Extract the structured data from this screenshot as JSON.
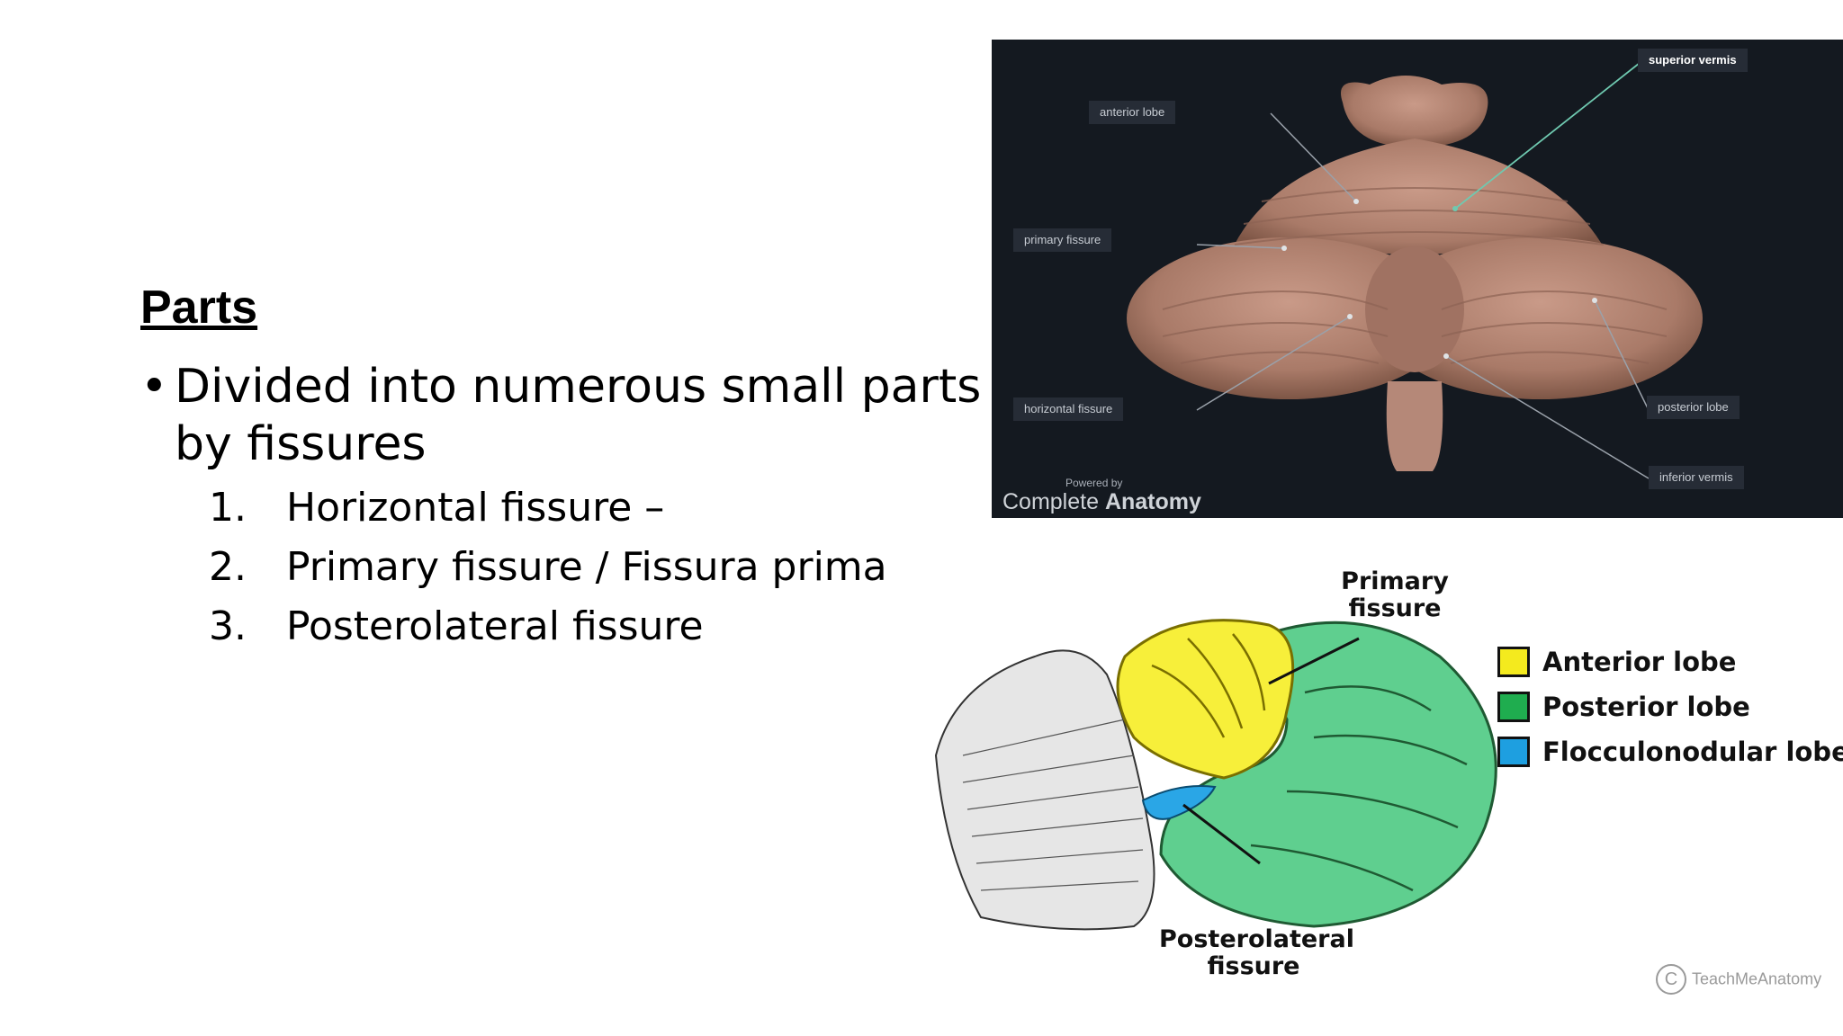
{
  "slide": {
    "heading": "Parts",
    "bullet_marker": "•",
    "bullet": "Divided into numerous small parts by fissures",
    "list": [
      {
        "num": "1.",
        "label": " Horizontal fissure –"
      },
      {
        "num": "2.",
        "label": "Primary fissure / Fissura prima"
      },
      {
        "num": "3.",
        "label": "Posterolateral fissure"
      }
    ]
  },
  "image_3d": {
    "labels": {
      "superior_vermis": "superior vermis",
      "anterior_lobe": "anterior lobe",
      "primary_fissure": "primary fissure",
      "horizontal_fissure": "horizontal fissure",
      "posterior_lobe": "posterior lobe",
      "inferior_vermis": "inferior vermis"
    },
    "powered_by": "Powered by",
    "brand_light": "Complete ",
    "brand_bold": "Anatomy",
    "bg_color": "#141920",
    "tissue_color": "#b98a78"
  },
  "diagram": {
    "primary_fissure_line1": "Primary",
    "primary_fissure_line2": "fissure",
    "posterolateral_line1": "Posterolateral",
    "posterolateral_line2": "fissure",
    "legend": [
      {
        "label": "Anterior lobe",
        "color": "#f4ea1e"
      },
      {
        "label": "Posterior lobe",
        "color": "#1fad4f"
      },
      {
        "label": "Flocculonodular lobe",
        "color": "#1e9fe0"
      }
    ],
    "watermark_symbol": "C",
    "watermark_text": "TeachMeAnatomy"
  }
}
